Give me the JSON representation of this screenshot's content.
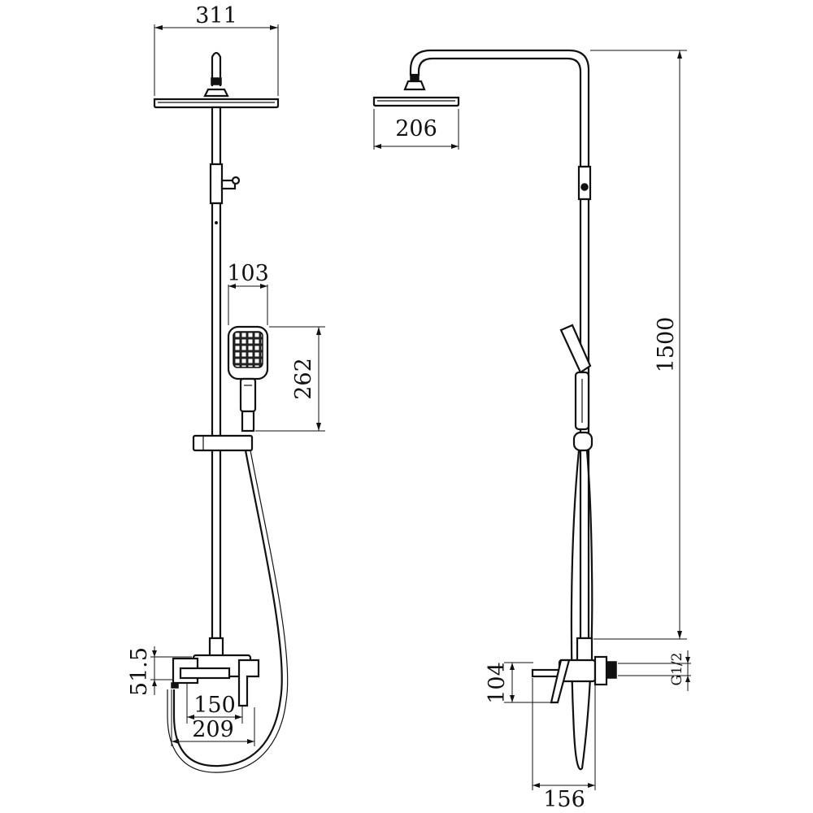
{
  "dimensions": {
    "front_head_width": "311",
    "handshower_width": "103",
    "handshower_height": "262",
    "mixer_height": "51.5",
    "mixer_inner_width": "150",
    "mixer_outer_width": "209",
    "side_head_width": "206",
    "total_height": "1500",
    "spout_height": "104",
    "spout_projection": "156",
    "thread": "G1/2"
  }
}
